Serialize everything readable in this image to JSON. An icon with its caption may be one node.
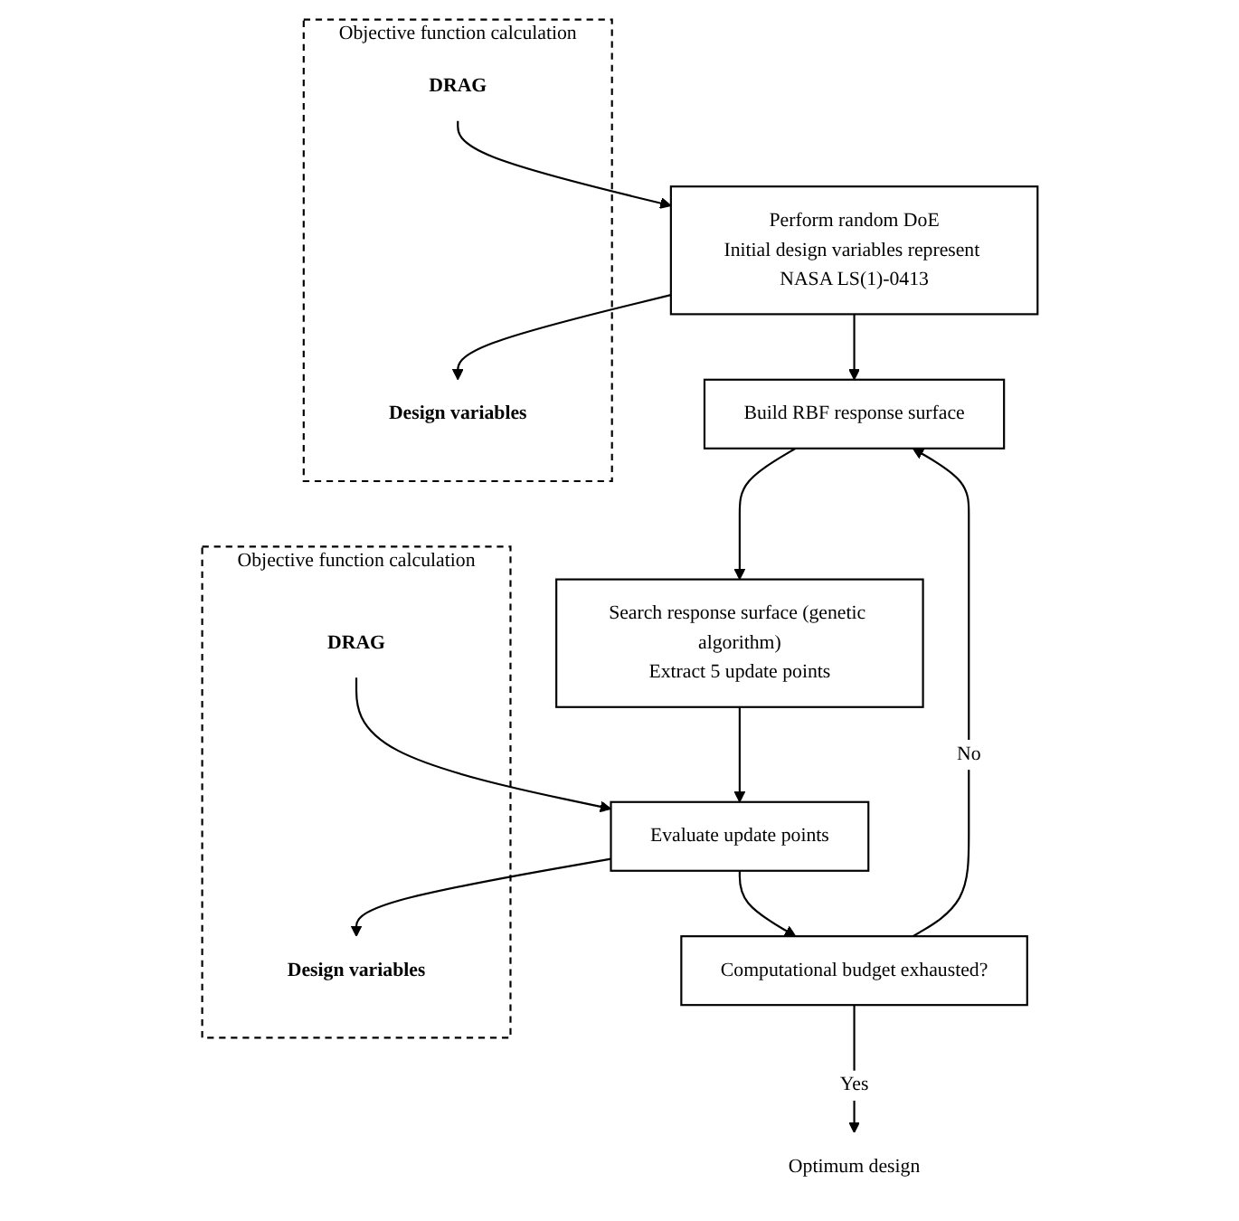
{
  "diagram": {
    "nodes": [
      {
        "text": [
          "Perform random DoE",
          "Initial design variables represent NASA LS(1)-0413"
        ]
      },
      {
        "text": [
          "Objective function calculation"
        ]
      },
      {
        "text": [
          "Design variables"
        ],
        "in": 1
      },
      {
        "text": [
          "DRAG"
        ],
        "in": 1
      },
      {
        "text": [
          "Build RBF response surface"
        ]
      },
      {
        "text": [
          "Search response surface (genetic algorithm)",
          "Extract 5 update points"
        ]
      },
      {
        "text": [
          "Objective function calculation"
        ]
      },
      {
        "text": [
          "Design variables"
        ],
        "in": 6
      },
      {
        "text": [
          "DRAG"
        ],
        "in": 6
      },
      {
        "text": [
          "Evaluate update points"
        ]
      },
      {
        "text": [
          "Computational budget exhausted?"
        ]
      },
      {
        "text": [
          "Optimum design"
        ]
      }
    ],
    "edges": [
      {
        "from": 0,
        "to": 2,
        "arrow": "to"
      },
      {
        "from": 3,
        "to": 0,
        "arrow": "to"
      },
      {
        "from": 0,
        "to": 4,
        "arrow": "to"
      },
      {
        "from": 4,
        "to": 5,
        "arrow": "to"
      },
      {
        "from": 5,
        "to": 9,
        "arrow": "to"
      },
      {
        "from": 9,
        "to": 7,
        "arrow": "to"
      },
      {
        "from": 8,
        "to": 9,
        "arrow": "to"
      },
      {
        "from": 9,
        "to": 10,
        "arrow": "to"
      },
      {
        "from": 10,
        "to": 4,
        "arrow": "to",
        "label": "No"
      },
      {
        "from": 10,
        "to": 11,
        "arrow": "to",
        "label": "Yes"
      }
    ]
  }
}
